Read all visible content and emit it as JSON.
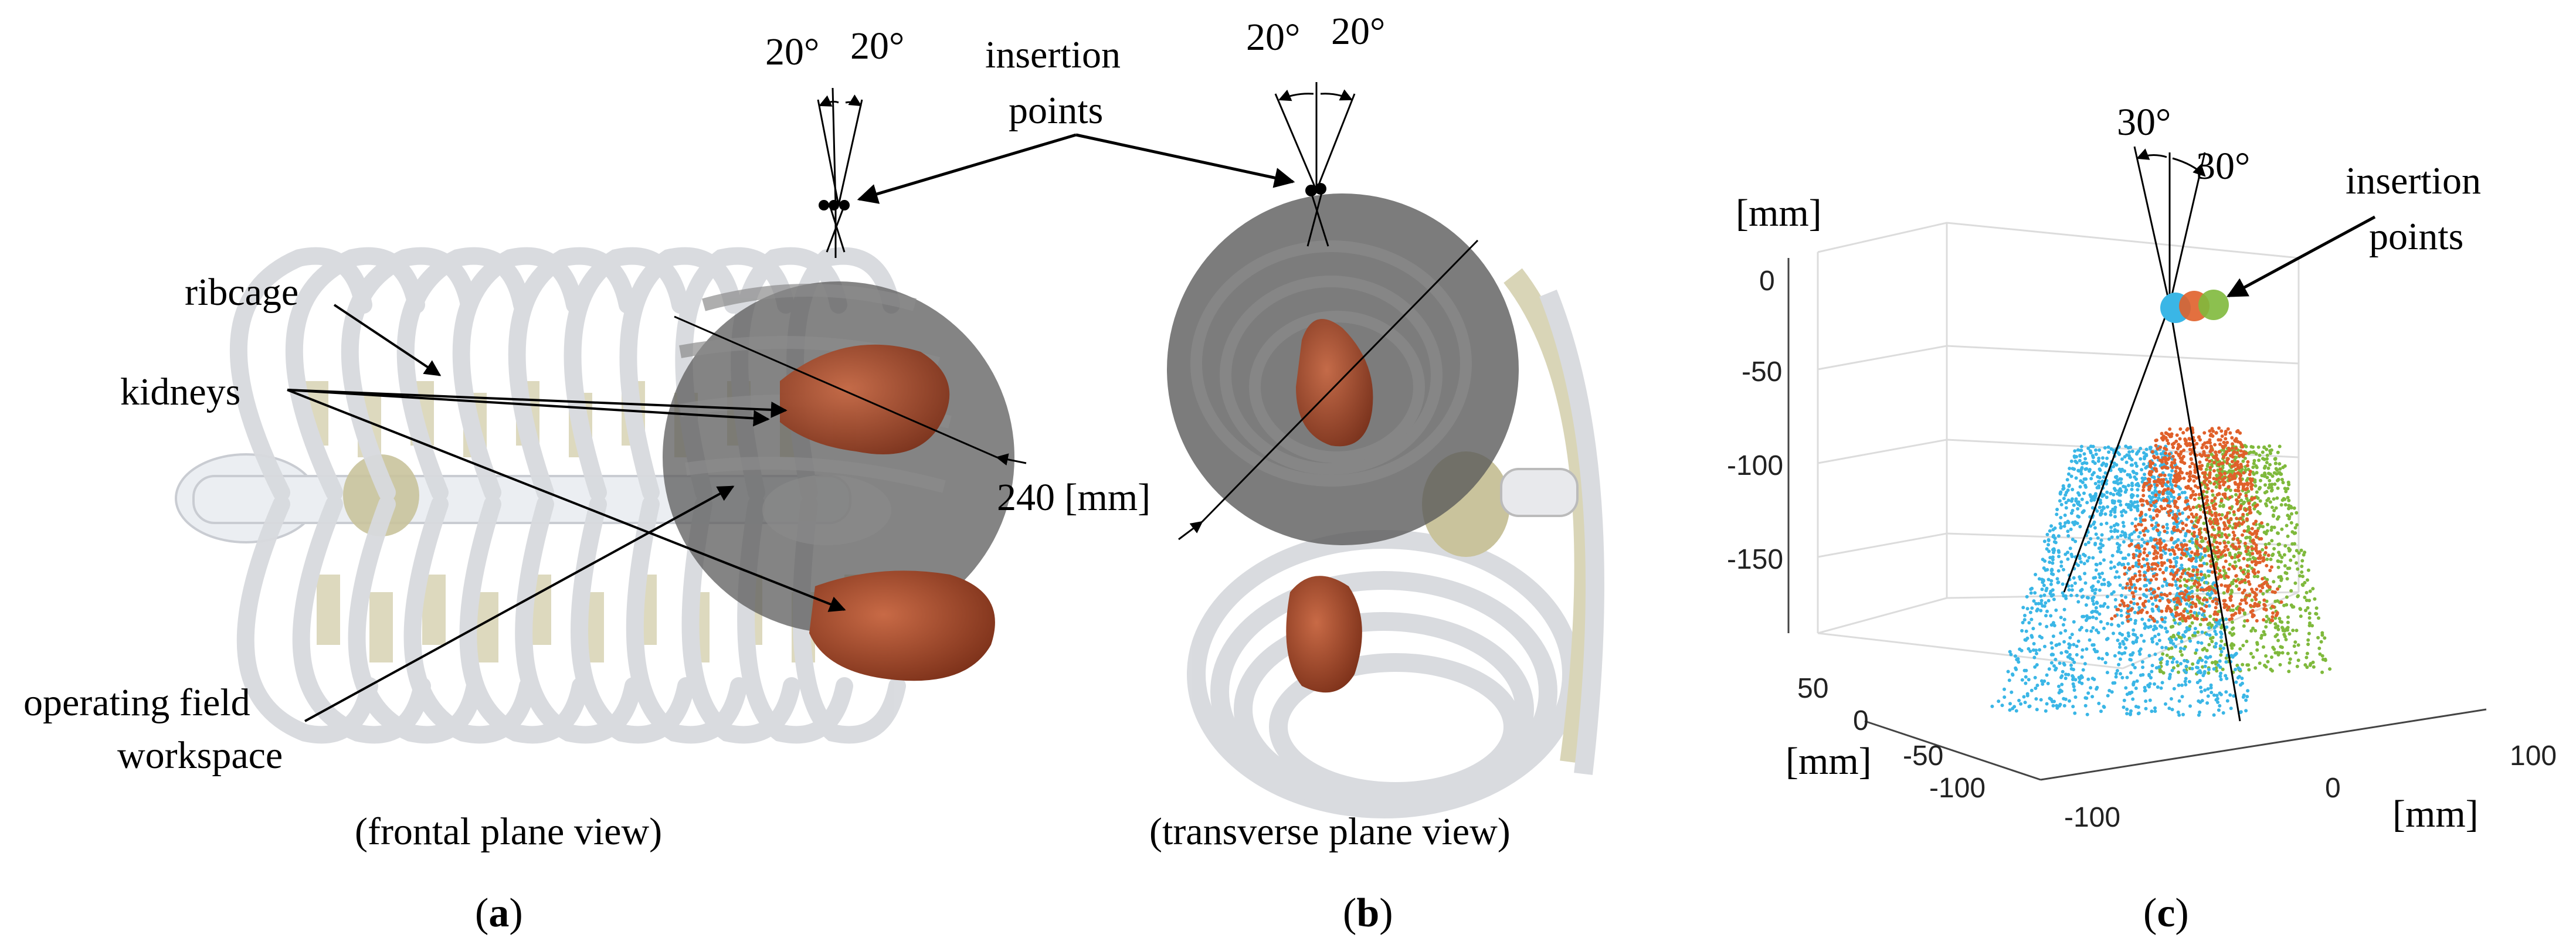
{
  "panel_a": {
    "angle_left": "20°",
    "angle_right": "20°",
    "label_ribcage": "ribcage",
    "label_kidneys": "kidneys",
    "label_workspace_1": "operating field",
    "label_workspace_2": "workspace",
    "caption": "(frontal plane view)",
    "letter": "a"
  },
  "insertion_label_1": "insertion",
  "insertion_label_2": "points",
  "diameter_label": "240 [mm]",
  "panel_b": {
    "angle_left": "20°",
    "angle_right": "20°",
    "caption": "(transverse plane view)",
    "letter": "b"
  },
  "panel_c": {
    "angle_left": "30°",
    "angle_right": "30°",
    "insertion_label_1": "insertion",
    "insertion_label_2": "points",
    "axis_z_unit": "[mm]",
    "axis_y_unit": "[mm]",
    "axis_x_unit": "[mm]",
    "z_ticks": [
      "0",
      "-50",
      "-100",
      "-150"
    ],
    "y_ticks": [
      "50",
      "0",
      "-50",
      "-100"
    ],
    "x_ticks": [
      "-100",
      "0",
      "100"
    ],
    "letter": "c"
  },
  "colors": {
    "bone": "#ecedf0",
    "cartilage": "#d7d3b4",
    "kidney": "#a4482a",
    "sphere": "#5b5b5b",
    "cloud_blue": "#3ab6e6",
    "cloud_orange": "#e0602a",
    "cloud_green": "#7fb93c"
  }
}
